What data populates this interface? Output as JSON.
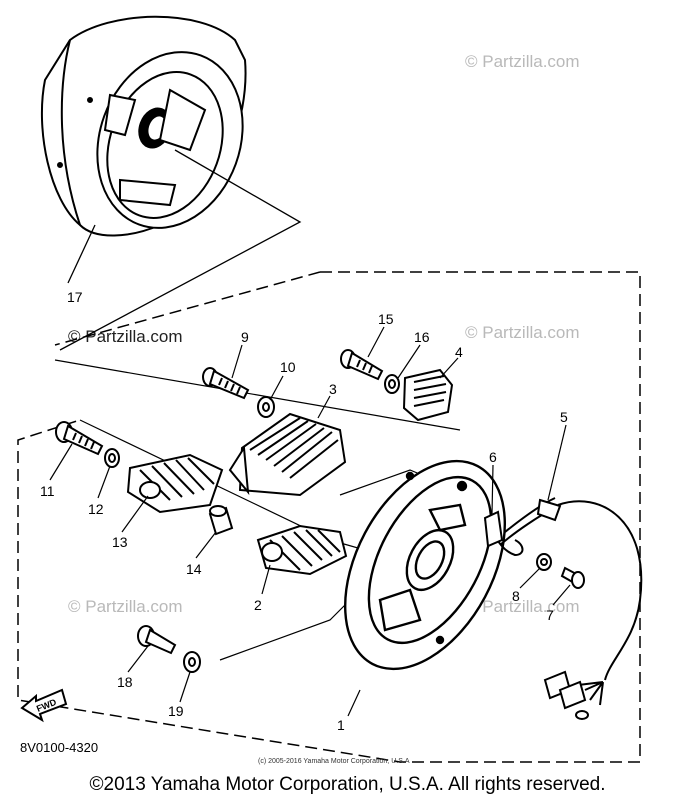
{
  "watermark": "© Partzilla.com",
  "callouts": [
    {
      "label": "17"
    },
    {
      "label": "9"
    },
    {
      "label": "10"
    },
    {
      "label": "3"
    },
    {
      "label": "15"
    },
    {
      "label": "16"
    },
    {
      "label": "4"
    },
    {
      "label": "5"
    },
    {
      "label": "6"
    },
    {
      "label": "11"
    },
    {
      "label": "12"
    },
    {
      "label": "13"
    },
    {
      "label": "14"
    },
    {
      "label": "2"
    },
    {
      "label": "8"
    },
    {
      "label": "7"
    },
    {
      "label": "18"
    },
    {
      "label": "19"
    },
    {
      "label": "1"
    }
  ],
  "fwd_label": "FWD",
  "diagram_code": "8V0100-4320",
  "inner_copyright": "(c) 2005-2016 Yamaha Motor Corporation, U.S.A",
  "footer_copyright": "©2013 Yamaha Motor Corporation, U.S.A. All rights reserved."
}
